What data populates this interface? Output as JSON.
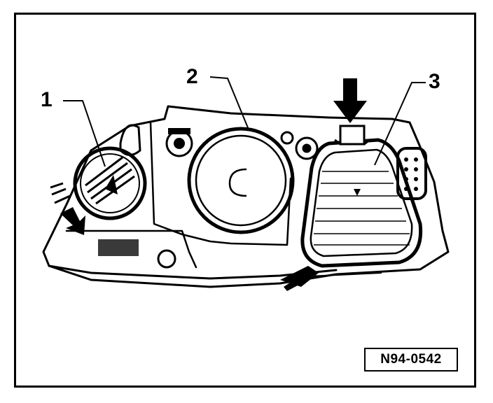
{
  "callouts": [
    {
      "id": "1",
      "label": "1"
    },
    {
      "id": "2",
      "label": "2"
    },
    {
      "id": "3",
      "label": "3"
    }
  ],
  "reference_code": "N94-0542",
  "colors": {
    "ink": "#000000",
    "paper": "#ffffff",
    "shade": "#3a3a3a"
  }
}
